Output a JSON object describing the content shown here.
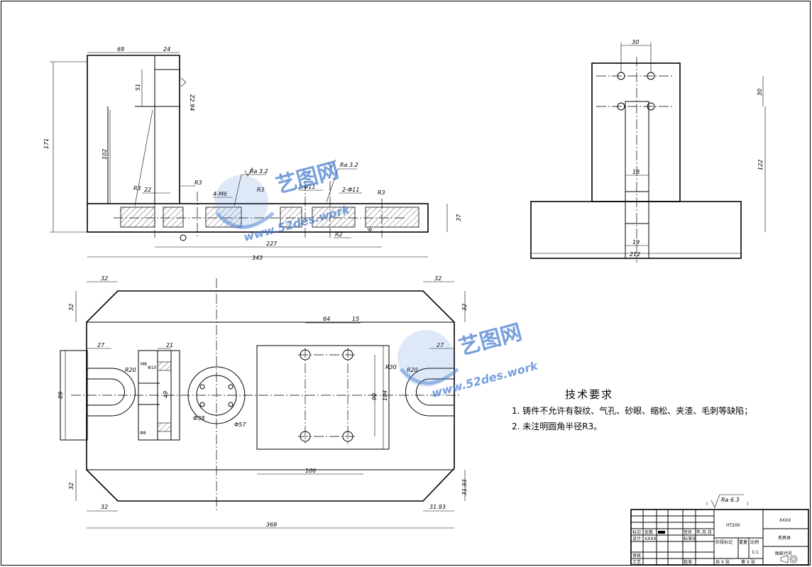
{
  "notes": {
    "title": "技术要求",
    "line1": "1. 铸件不允许有裂纹、气孔、砂眼、缩松、夹渣、毛刺等缺陷；",
    "line2": "2. 未注明圆角半径R3。"
  },
  "roughness": {
    "general": "Ra 6.3",
    "callout_a": "Ra 3.2",
    "callout_b": "Ra 3.2"
  },
  "front_view": {
    "dims": {
      "d69": "69",
      "d24": "24",
      "d51": "51",
      "d171": "171",
      "d102": "102",
      "d22": "22",
      "d37": "37",
      "d227": "227",
      "d343": "343",
      "d6": "6"
    },
    "labels": {
      "r3_a": "R3",
      "r3_b": "R3",
      "r3_c": "R3",
      "r3_d": "R3",
      "r2": "R2",
      "m6_holes": "4-M6",
      "holes_a": "2-Φ11",
      "holes_b": "2-Φ11",
      "tol": "Z2.94"
    }
  },
  "side_view": {
    "dims": {
      "d30_top": "30",
      "d30_right": "30",
      "d122": "122",
      "d18": "18",
      "d19": "19",
      "d212": "212"
    }
  },
  "top_view": {
    "dims": {
      "c32_tl": "32",
      "c32_tl_v": "32",
      "c32_tr": "32",
      "c32_tr_v": "32",
      "c32_bl": "32",
      "c32_bl_v": "32",
      "c31_br": "31.93",
      "c31_br_v": "31.93",
      "d369": "369",
      "d89": "89",
      "d27_l": "27",
      "d27_r": "27",
      "d21": "21",
      "d49": "49",
      "d64": "64",
      "d15": "15",
      "d106": "106",
      "d90": "90",
      "d104": "104"
    },
    "labels": {
      "r20_l": "R20",
      "r20_r": "R20",
      "m8": "M8",
      "phi10": "Φ10",
      "phi8": "Φ8",
      "phi38": "Φ38",
      "phi57": "Φ57",
      "r30": "R30"
    }
  },
  "title_block": {
    "material": "HT200",
    "drawing_name": "XXXX",
    "part_name": "夹具体",
    "drawing_code": "图纸代号",
    "scale_label": "比例",
    "scale": "1:1",
    "weight_label": "重量",
    "stage_label": "阶段标记",
    "mark_label": "标记",
    "count_label": "处数",
    "sign_label": "签名",
    "date_label": "年,月,日",
    "design_label": "设计",
    "designer": "XXXX",
    "standard_label": "标准化",
    "review_label": "审核",
    "process_label": "工艺",
    "approve_label": "批准",
    "sheets": "共 X 张",
    "sheet": "第 X 张"
  },
  "watermark": {
    "logo": "艺图网",
    "url": "www.52des.work"
  }
}
